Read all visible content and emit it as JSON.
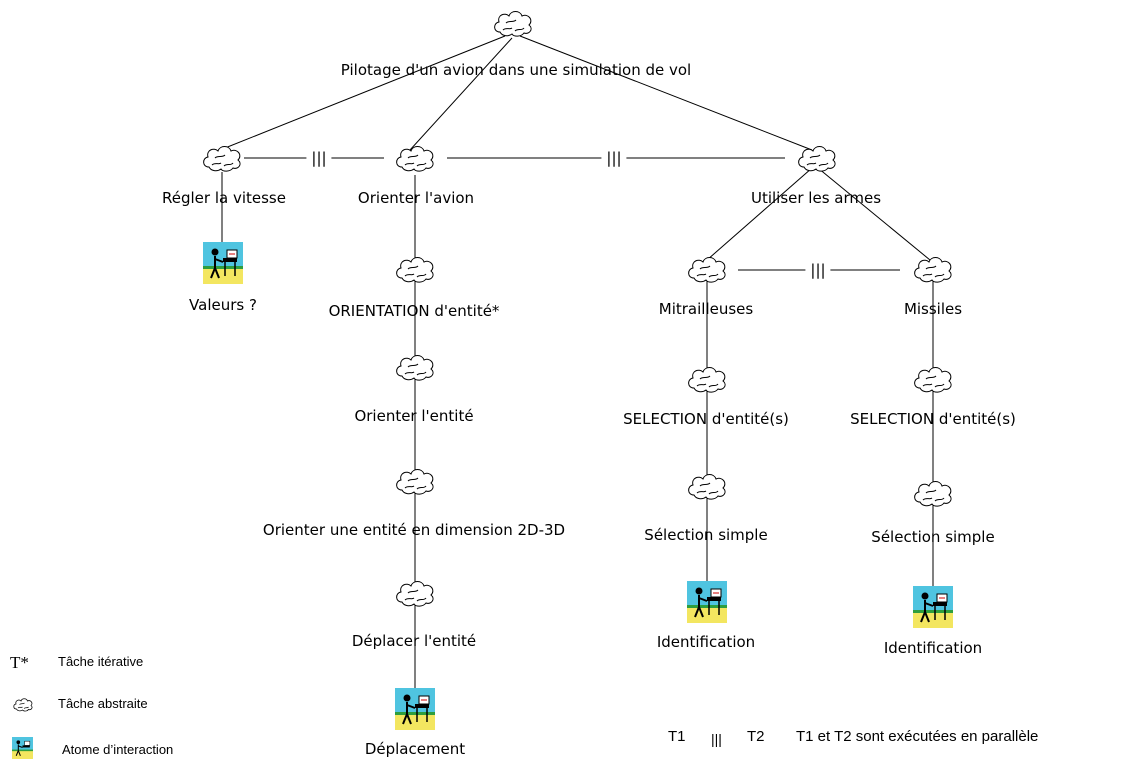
{
  "tree": {
    "root": "Pilotage d'un avion dans une simulation de vol",
    "parallel_symbol": "|||",
    "nodes": {
      "regler": "Régler la vitesse",
      "valeurs": "Valeurs ?",
      "orienter_avion": "Orienter l'avion",
      "orientation": "ORIENTATION d'entité*",
      "orienter_entite": "Orienter l'entité",
      "orienter_2d3d": "Orienter une entité en dimension 2D-3D",
      "deplacer": "Déplacer l'entité",
      "deplacement": "Déplacement",
      "utiliser_armes": "Utiliser les armes",
      "mitrailleuses": "Mitrailleuses",
      "missiles": "Missiles",
      "selection_1": "SELECTION d'entité(s)",
      "selection_2": "SELECTION d'entité(s)",
      "selection_simple_1": "Sélection simple",
      "selection_simple_2": "Sélection simple",
      "identification_1": "Identification",
      "identification_2": "Identification"
    }
  },
  "legend": {
    "iterative_symbol": "T*",
    "iterative": "Tâche itérative",
    "abstract": "Tâche abstraite",
    "atom": "Atome d’interaction",
    "parallel_t1": "T1",
    "parallel_symbol": "|||",
    "parallel_t2": "T2",
    "parallel_desc": "T1 et T2 sont exécutées en parallèle"
  },
  "icons": [
    "cloud-icon",
    "interaction-atom-icon"
  ]
}
